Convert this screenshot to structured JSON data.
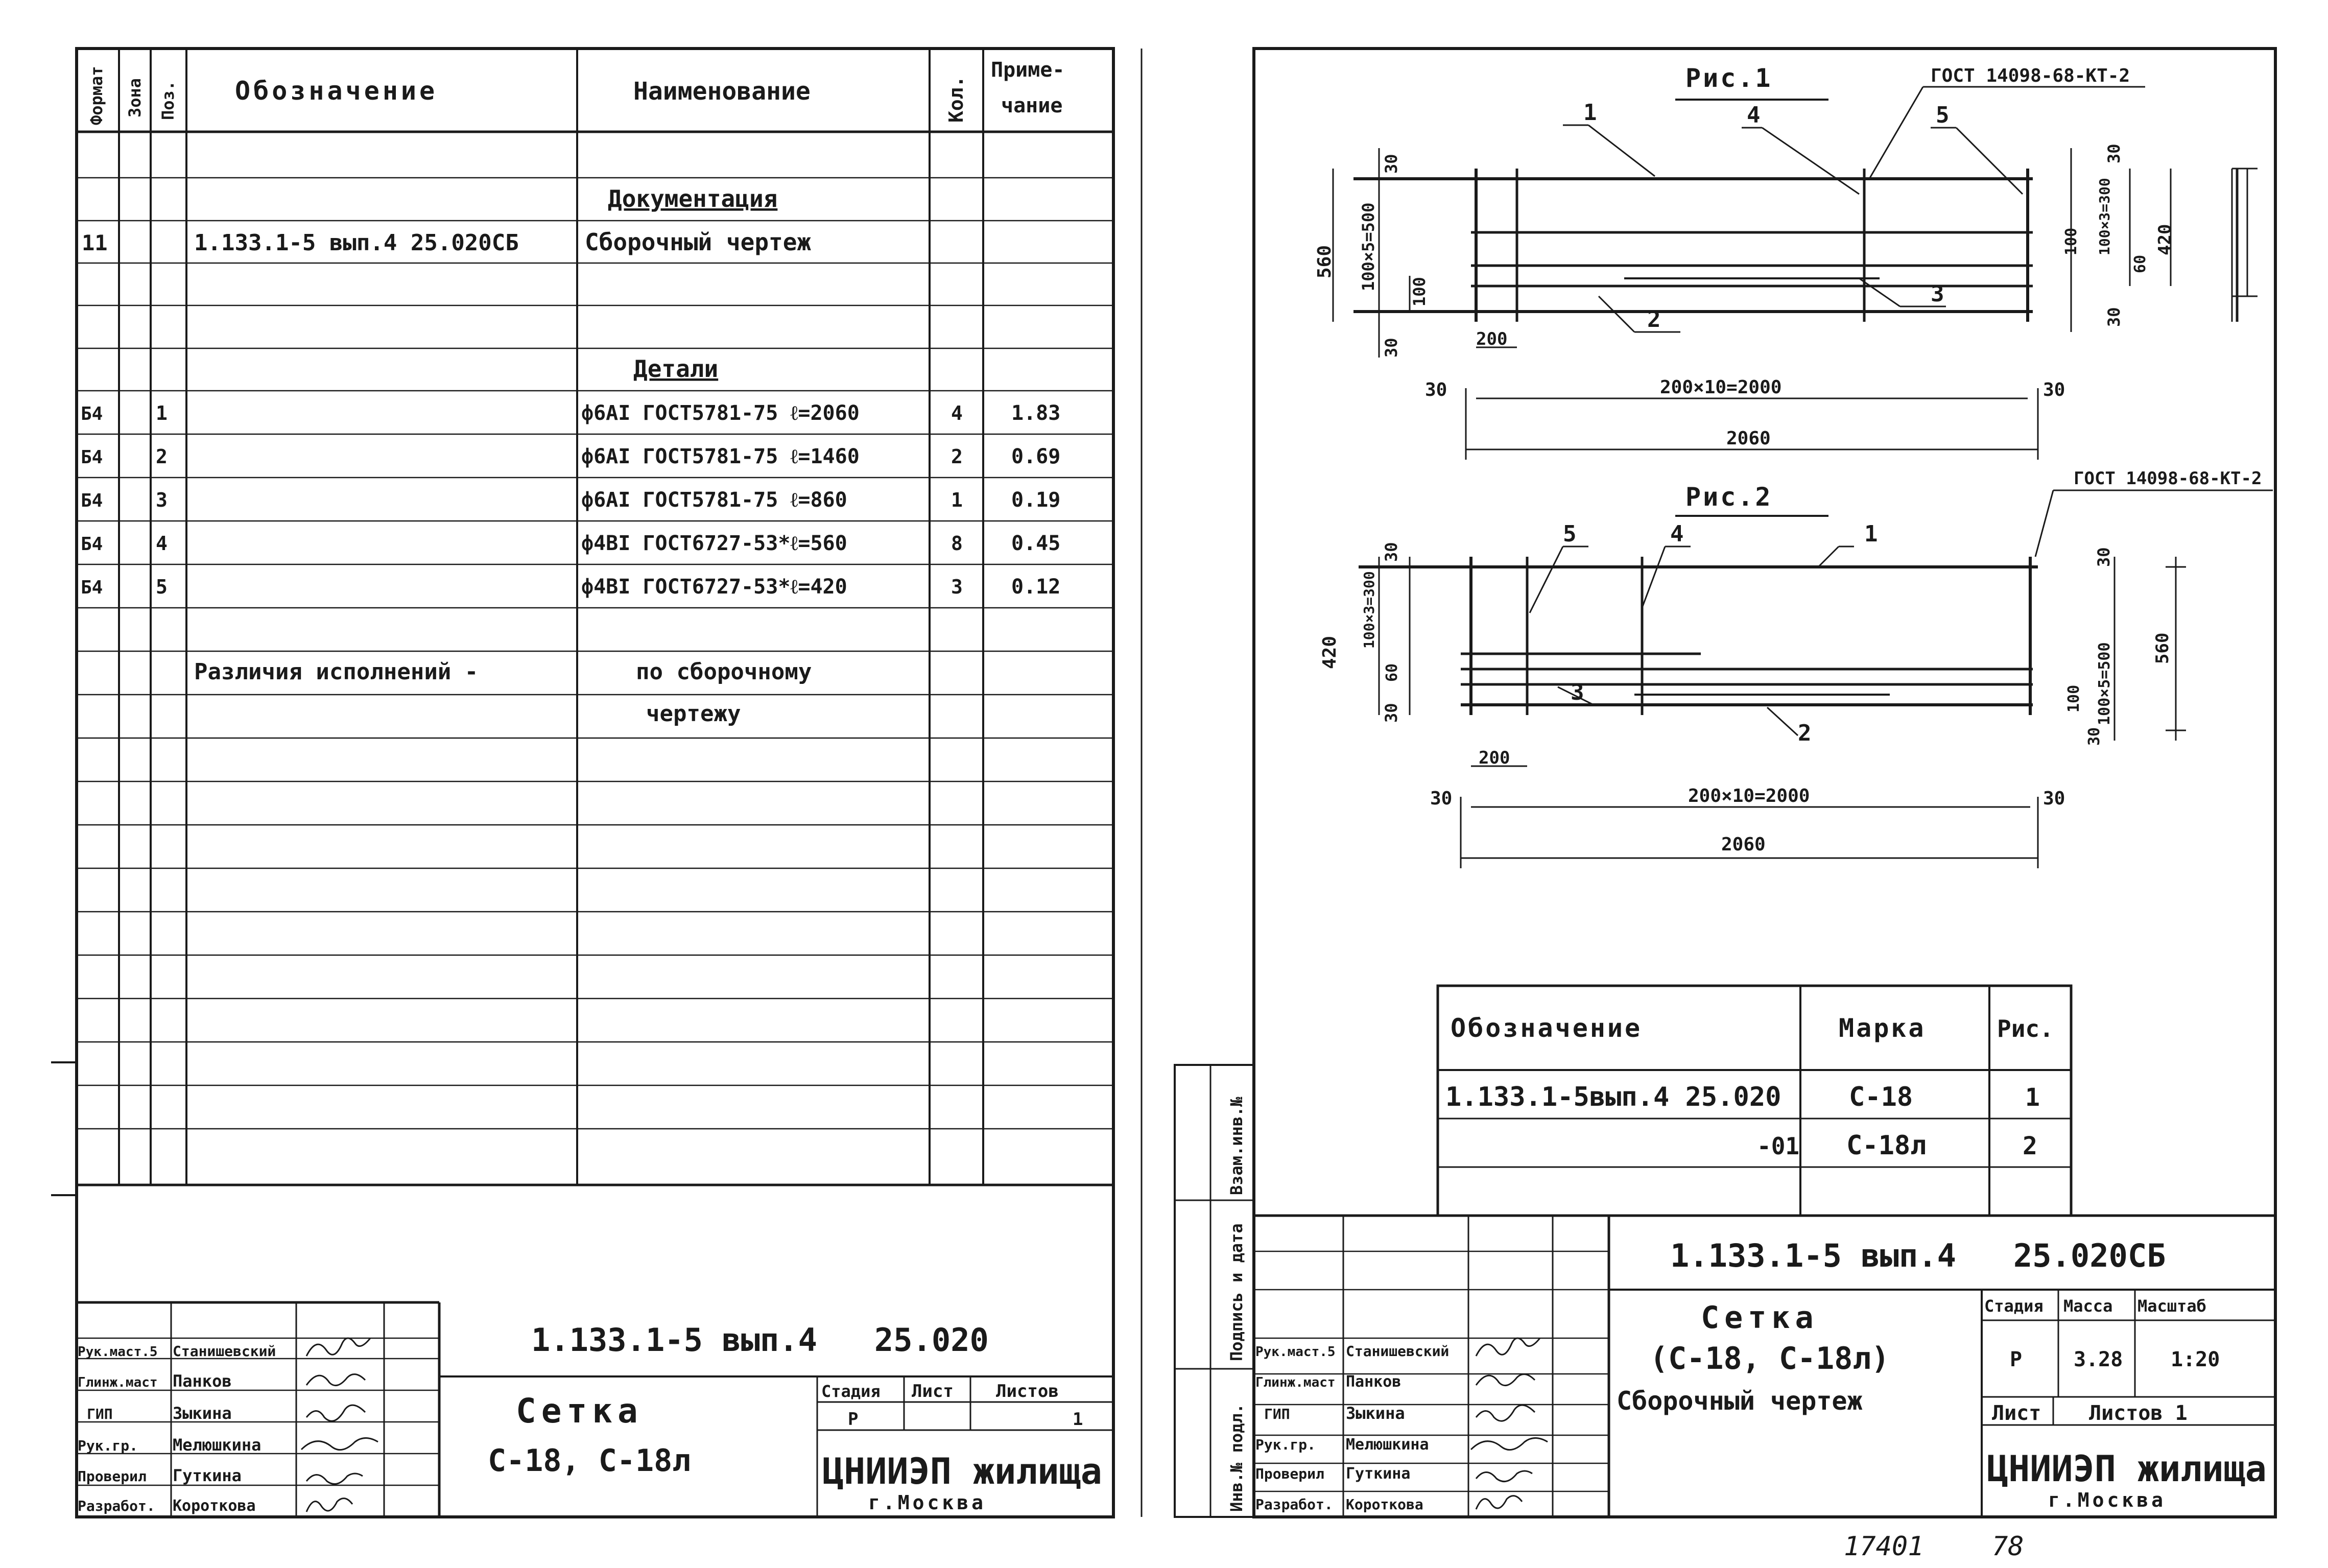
{
  "spec": {
    "header": {
      "format": "Формат",
      "zone": "Зона",
      "pos": "Поз.",
      "designation": "Обозначение",
      "name": "Наименование",
      "qty": "Кол.",
      "note1": "Приме-",
      "note2": "чание"
    },
    "section_docs": "Документация",
    "doc_row": {
      "format": "11",
      "designation": "1.133.1-5 вып.4 25.020СБ",
      "name": "Сборочный чертеж"
    },
    "section_parts": "Детали",
    "parts": [
      {
        "format": "Б4",
        "pos": "1",
        "name": "ф6АI ГОСТ5781-75 ℓ=2060",
        "qty": "4",
        "note": "1.83"
      },
      {
        "format": "Б4",
        "pos": "2",
        "name": "ф6АI ГОСТ5781-75 ℓ=1460",
        "qty": "2",
        "note": "0.69"
      },
      {
        "format": "Б4",
        "pos": "3",
        "name": "ф6АI ГОСТ5781-75 ℓ=860",
        "qty": "1",
        "note": "0.19"
      },
      {
        "format": "Б4",
        "pos": "4",
        "name": "ф4BI ГОСТ6727-53*ℓ=560",
        "qty": "8",
        "note": "0.45"
      },
      {
        "format": "Б4",
        "pos": "5",
        "name": "ф4BI ГОСТ6727-53*ℓ=420",
        "qty": "3",
        "note": "0.12"
      }
    ],
    "variants_label": "Различия исполнений -",
    "variants_value1": "по сборочному",
    "variants_value2": "чертежу"
  },
  "left_title": {
    "roles": [
      "Рук.маст.5",
      "Глинж.маст",
      "ГИП",
      "Рук.гр.",
      "Проверил",
      "Разработ."
    ],
    "names": [
      "Станишевский",
      "Панков",
      "Зыкина",
      "Мелюшкина",
      "Гуткина",
      "Короткова"
    ],
    "doc_code": "1.133.1-5 вып.4   25.020",
    "title1": "Сетка",
    "title2": "С-18, С-18л",
    "stage_h": "Стадия",
    "sheet_h": "Лист",
    "sheets_h": "Листов",
    "stage_v": "Р",
    "sheets_v": "1",
    "org1": "ЦНИИЭП жилища",
    "org2": "г.Москва"
  },
  "side_stamps": {
    "s1": "Взам.инв.№",
    "s2": "Подпись и дата",
    "s3": "Инв.№ подл."
  },
  "figures": {
    "fig1_label": "Рис.1",
    "fig2_label": "Рис.2",
    "gost_weld": "ГОСТ 14098-68-КТ-2",
    "callouts": [
      "1",
      "2",
      "3",
      "4",
      "5"
    ],
    "dims": {
      "d30": "30",
      "d200": "200",
      "d100": "100",
      "d60": "60",
      "d420": "420",
      "d560": "560",
      "d100x5": "100×5=500",
      "d100x3": "100×3=300",
      "d200x10": "200×10=2000",
      "d2060": "2060"
    }
  },
  "marks_table": {
    "h_designation": "Обозначение",
    "h_mark": "Марка",
    "h_fig": "Рис.",
    "rows": [
      {
        "designation": "1.133.1-5вып.4 25.020",
        "mark": "С-18",
        "fig": "1"
      },
      {
        "designation": "-01",
        "mark": "С-18л",
        "fig": "2"
      }
    ]
  },
  "right_title": {
    "doc_code": "1.133.1-5 вып.4   25.020СБ",
    "title1": "Сетка",
    "title2": "(С-18, С-18л)",
    "title3": "Сборочный чертеж",
    "stage_h": "Стадия",
    "mass_h": "Масса",
    "scale_h": "Масштаб",
    "stage_v": "Р",
    "mass_v": "3.28",
    "scale_v": "1:20",
    "sheet_h": "Лист",
    "sheets_h": "Листов 1",
    "org1": "ЦНИИЭП жилища",
    "org2": "г.Москва"
  },
  "footer": {
    "inv": "17401",
    "page": "78"
  }
}
